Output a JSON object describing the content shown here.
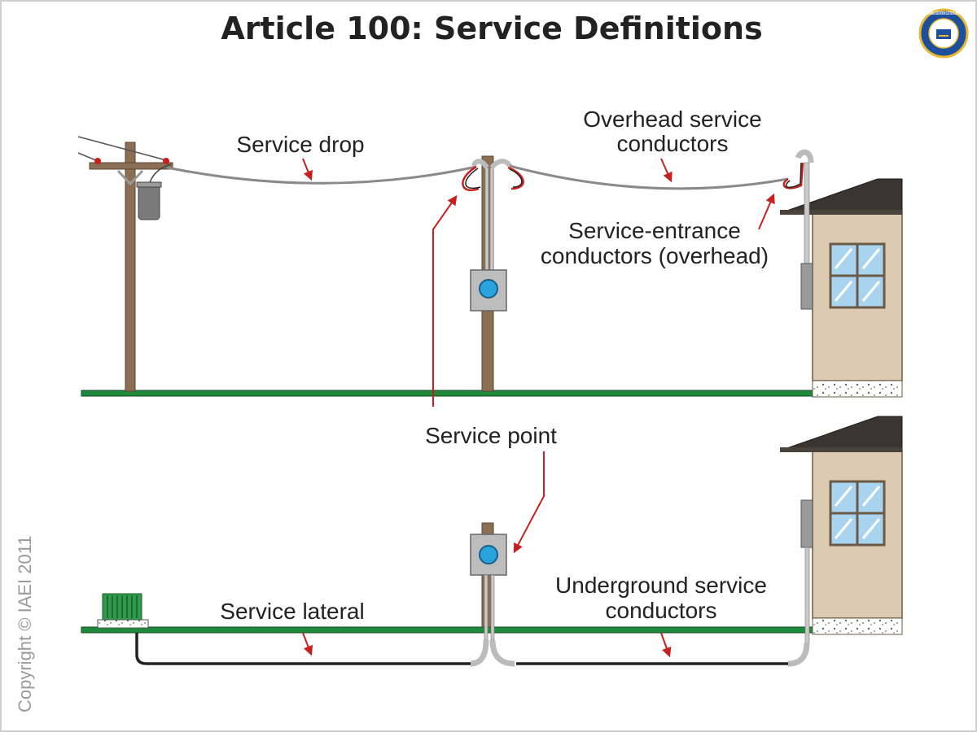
{
  "title": "Article 100: Service Definitions",
  "copyright": "Copyright © IAEI 2011",
  "seal": {
    "text": "INTERNATIONAL ASSOCIATION ELECTRICAL INSPECTORS"
  },
  "labels": {
    "service_drop": "Service drop",
    "overhead_service_conductors": [
      "Overhead service",
      "conductors"
    ],
    "service_entrance_conductors": [
      "Service-entrance",
      "conductors (overhead)"
    ],
    "service_point": "Service point",
    "service_lateral": "Service lateral",
    "underground_service_conductors": [
      "Underground service",
      "conductors"
    ]
  },
  "colors": {
    "ground": "#1f8a3c",
    "pole": "#8b6f55",
    "wall": "#dccbb2",
    "roof": "#3a3530",
    "arrow": "#c8201e",
    "cable": "#8a8a8a",
    "window": "#a9d4ef",
    "meter": "#29a3dd"
  }
}
